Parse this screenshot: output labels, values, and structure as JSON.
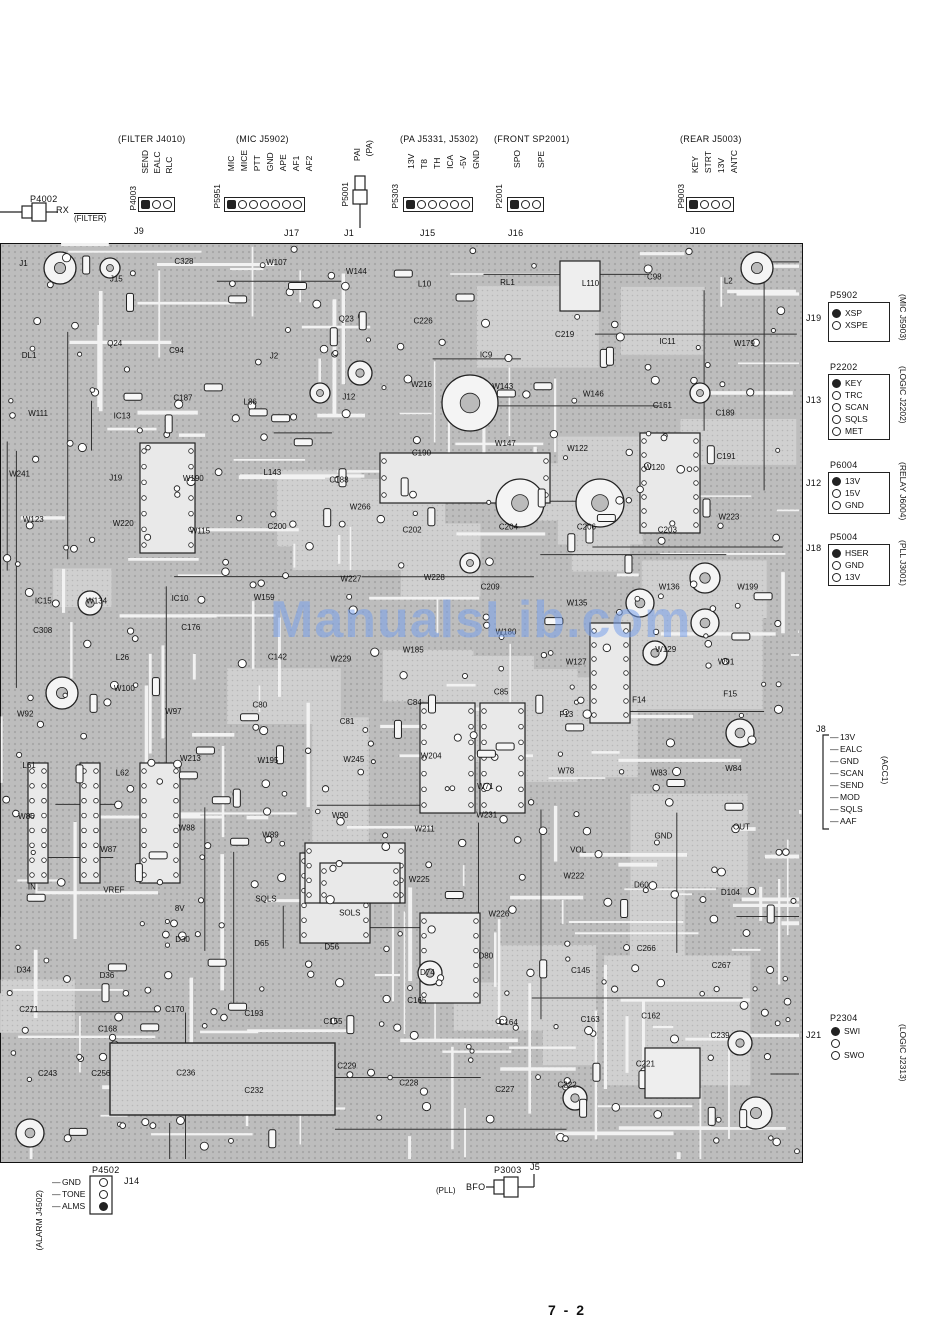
{
  "top_connectors": {
    "filter": {
      "header": "(FILTER J4010)",
      "plug": "P4003",
      "jack": "J9",
      "pins": [
        "SEND",
        "EALC",
        "RLC"
      ]
    },
    "mic": {
      "header": "(MIC J5902)",
      "plug": "P5951",
      "jack": "J17",
      "pins": [
        "MIC",
        "MICE",
        "PTT",
        "GND",
        "APE",
        "AF1",
        "AF2"
      ]
    },
    "pa_single": {
      "header": "(PA)",
      "plug": "P5001",
      "label": "PAI",
      "jack": "J1"
    },
    "pa": {
      "header": "(PA J5331, J5302)",
      "plug": "P5303",
      "jack": "J15",
      "pins": [
        "13V",
        "T8",
        "TH",
        "ICA",
        "-5V",
        "GND"
      ]
    },
    "front_sp": {
      "header": "(FRONT SP2001)",
      "plug": "P2001",
      "jack": "J16",
      "pins": [
        "SPO",
        "SPE"
      ]
    },
    "rear": {
      "header": "(REAR J5003)",
      "plug": "P9003",
      "jack": "J10",
      "pins": [
        "KEY",
        "STRT",
        "13V",
        "ANTC"
      ]
    }
  },
  "left_top": {
    "plug": "P4002",
    "label_rx": "RX",
    "label_filter": "(FILTER)"
  },
  "right_connectors": [
    {
      "jack": "J19",
      "plug": "P5902",
      "side": "(MIC J5903)",
      "pins": [
        "XSP",
        "XSPE"
      ]
    },
    {
      "jack": "J13",
      "plug": "P2202",
      "side": "(LOGIC J2202)",
      "pins": [
        "KEY",
        "TRC",
        "SCAN",
        "SQLS",
        "MET"
      ]
    },
    {
      "jack": "J12",
      "plug": "P6004",
      "side": "(RELAY J6004)",
      "pins": [
        "13V",
        "15V",
        "GND"
      ]
    },
    {
      "jack": "J18",
      "plug": "P5004",
      "side": "(PLL J3001)",
      "pins": [
        "HSER",
        "GND",
        "13V"
      ]
    },
    {
      "jack": "J8",
      "plug": "",
      "side": "(ACC1)",
      "pins": [
        "13V",
        "EALC",
        "GND",
        "SCAN",
        "SEND",
        "MOD",
        "SQLS",
        "AAF"
      ]
    },
    {
      "jack": "J21",
      "plug": "P2304",
      "side": "(LOGIC J2313)",
      "pins": [
        "SWI",
        "SWO"
      ]
    }
  ],
  "bottom_connectors": {
    "alarm": {
      "plug": "P4502",
      "jack": "J14",
      "side": "(ALARM J4502)",
      "pins": [
        "GND",
        "TONE",
        "ALMS"
      ]
    },
    "pll": {
      "plug": "P3003",
      "jack": "J5",
      "label": "(PLL)",
      "pin": "BFO"
    }
  },
  "board_labels": [
    "J1",
    "J15",
    "C328",
    "W107",
    "W144",
    "L10",
    "RL1",
    "L110",
    "C98",
    "L2",
    "DL1",
    "Q24",
    "C94",
    "J2",
    "Q23",
    "C226",
    "IC9",
    "C219",
    "IC11",
    "W179",
    "W111",
    "IC13",
    "C187",
    "L86",
    "J12",
    "W216",
    "W143",
    "W146",
    "C161",
    "C189",
    "W241",
    "J19",
    "W190",
    "L143",
    "C188",
    "C190",
    "W147",
    "W122",
    "W120",
    "C191",
    "W123",
    "W220",
    "W115",
    "C200",
    "W266",
    "C202",
    "C204",
    "C206",
    "C203",
    "W223",
    "IC15",
    "W134",
    "IC10",
    "W159",
    "W227",
    "W228",
    "C209",
    "W135",
    "W136",
    "W199",
    "C308",
    "L26",
    "C176",
    "C142",
    "W229",
    "W185",
    "W180",
    "W127",
    "W129",
    "W91",
    "W92",
    "W100",
    "W97",
    "C80",
    "C81",
    "C84",
    "C85",
    "F13",
    "F14",
    "F15",
    "L61",
    "L62",
    "W213",
    "W195",
    "W245",
    "W204",
    "W71",
    "W78",
    "W83",
    "W84",
    "W86",
    "W87",
    "W88",
    "W89",
    "W90",
    "W211",
    "W231",
    "VOL",
    "GND",
    "OUT",
    "IN",
    "VREF",
    "8V",
    "SQLS",
    "SOLS",
    "W225",
    "W226",
    "W222",
    "D60",
    "D104",
    "D34",
    "D36",
    "D30",
    "D65",
    "D56",
    "D74",
    "D80",
    "C145",
    "C266",
    "C267",
    "C271",
    "C168",
    "C170",
    "C193",
    "C155",
    "C165",
    "C164",
    "C163",
    "C162",
    "C239",
    "C243",
    "C256",
    "C236",
    "C232",
    "C229",
    "C228",
    "C227",
    "C222",
    "C221"
  ],
  "watermark": "ManualsLib.com",
  "page_number": "7 - 2"
}
